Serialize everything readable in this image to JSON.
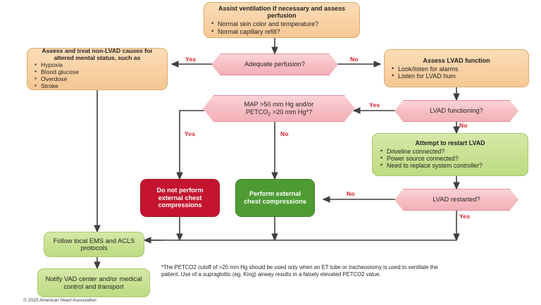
{
  "document": {
    "type": "LVAD cardiac arrest algorithm flowchart",
    "copyright": "© 2020 American Heart Association",
    "footnote": "*The PETCO2 cutoff of >20 mm Hg should be used only when an ET tube or tracheostomy is used to ventilate the patient. Use of a supraglottic (eg. King) airway results in a falsely elevated PETCO2 value."
  },
  "colors": {
    "orange_fill": "#f8d0a2",
    "green_fill": "#c6e08f",
    "dark_green_fill": "#4e9b33",
    "dark_red_fill": "#c4142f",
    "decision_fill": "#f6bcc2",
    "label_red": "#d91d2b",
    "line": "#3f3f3f"
  },
  "nodes": {
    "assist_ventilation": {
      "title": "Assist ventilation if necessary and assess perfusion",
      "bullets": [
        "Normal skin color and temperature?",
        "Normal capillary refill?"
      ]
    },
    "assess_treat_non_lvad": {
      "title": "Assess and treat non-LVAD causes for altered mental status, such as",
      "bullets": [
        "Hypoxia",
        "Blood glucose",
        "Overdose",
        "Stroke"
      ]
    },
    "assess_lvad_function": {
      "title": "Assess LVAD function",
      "bullets": [
        "Look/listen for alarms",
        "Listen for LVAD hum"
      ]
    },
    "attempt_restart_lvad": {
      "title": "Attempt to restart LVAD",
      "bullets": [
        "Driveline connected?",
        "Power source connected?",
        "Need to replace system controller?"
      ]
    },
    "do_not_perform": {
      "label": "Do not perform external chest compressions"
    },
    "perform": {
      "label": "Perform external chest compressions"
    },
    "follow_ems": {
      "label": "Follow local EMS and ACLS protocols"
    },
    "notify_vad": {
      "label": "Notify VAD center and/or medical control and transport"
    }
  },
  "decisions": {
    "adequate_perfusion": {
      "text": "Adequate perfusion?"
    },
    "map_petco2": {
      "line1": "MAP >50 mm Hg and/or",
      "line2_a": "PETCO",
      "line2_sub": "2",
      "line2_b": " >20 mm Hg*?"
    },
    "lvad_functioning": {
      "text": "LVAD functioning?"
    },
    "lvad_restarted": {
      "text": "LVAD restarted?"
    }
  },
  "edge_labels": {
    "perfusion_yes": "Yes",
    "perfusion_no": "No",
    "lvad_functioning_yes": "Yes",
    "lvad_functioning_no": "No",
    "map_yes": "Yes",
    "map_no": "No",
    "restarted_no": "No",
    "restarted_yes": "Yes"
  }
}
